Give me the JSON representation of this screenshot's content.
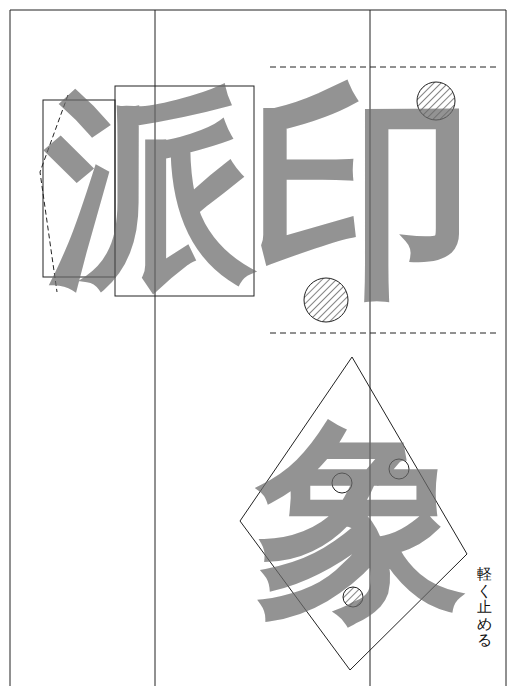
{
  "diagram": {
    "labels": [
      "派",
      "印",
      "象",
      "軽く止める"
    ]
  }
}
